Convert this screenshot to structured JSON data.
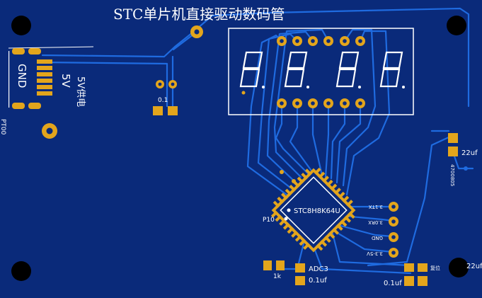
{
  "board": {
    "title": "STC单片机直接驱动数码管",
    "colors": {
      "board": "#0a2a7a",
      "trace": "#1f6be0",
      "pad": "#e3a51c",
      "silk": "#ffffff"
    }
  },
  "labels": {
    "gnd": "GND",
    "v5": "5V",
    "power": "5V供电",
    "pt00": "PT00",
    "cap01_top": "0.1",
    "cap22_right": "22uf",
    "size_0805": "4700805",
    "mcu": "STC8H8K64U",
    "p10": "P10",
    "hdr_txd": "3.1TX",
    "hdr_rxd": "3.0RX",
    "hdr_gnd": "GND",
    "hdr_v": "3.3-5V",
    "res_1k": "1k",
    "adc3": "ADC3",
    "cap01_bottom": "0.1uf",
    "cap01_bottom_right": "0.1uf",
    "reset": "复位",
    "cap22_bottom": "22uf"
  }
}
